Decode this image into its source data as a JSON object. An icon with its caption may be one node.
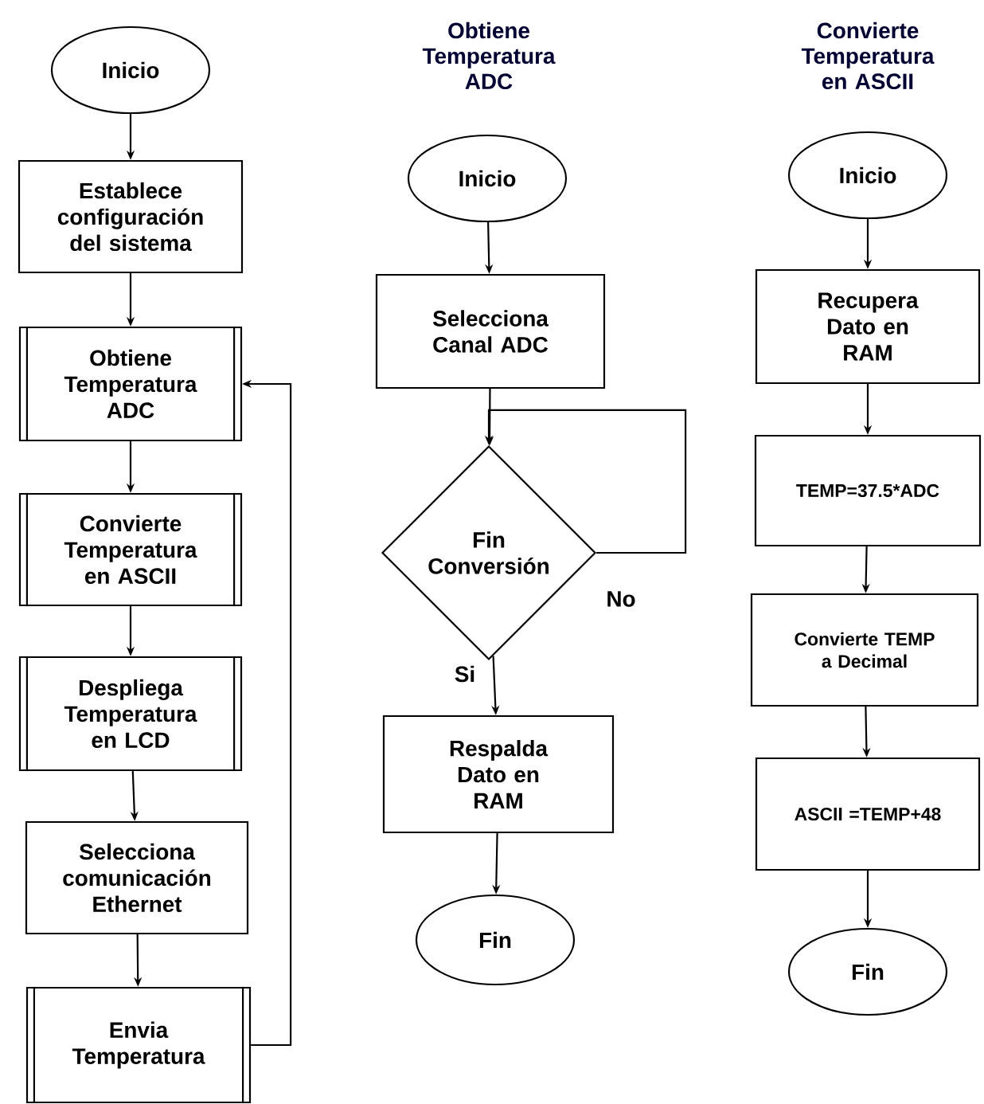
{
  "diagram": {
    "nodes": [
      {
        "text": [
          "Inicio"
        ]
      },
      {
        "text": [
          "Establece configuración del sistema"
        ]
      },
      {
        "text": [
          "Obtiene Temperatura ADC"
        ]
      },
      {
        "text": [
          "Convierte Temperatura en ASCII"
        ]
      },
      {
        "text": [
          "Despliega Temperatura en LCD"
        ]
      },
      {
        "text": [
          "Selecciona comunicación Ethernet"
        ]
      },
      {
        "text": [
          "Envia Temperatura"
        ]
      },
      {
        "text": [
          "Inicio"
        ]
      },
      {
        "text": [
          "Selecciona Canal ADC"
        ]
      },
      {
        "text": [
          "Fin Conversión"
        ]
      },
      {
        "text": [
          "Respalda Dato en RAM"
        ]
      },
      {
        "text": [
          "Fin"
        ]
      },
      {
        "text": [
          "Inicio"
        ]
      },
      {
        "text": [
          "Recupera Dato en RAM"
        ]
      },
      {
        "text": [
          "TEMP=37.5*ADC"
        ]
      },
      {
        "text": [
          "Convierte TEMP a Decimal"
        ]
      },
      {
        "text": [
          "ASCII =TEMP+48"
        ]
      },
      {
        "text": [
          "Fin"
        ]
      }
    ],
    "edges": [
      {
        "from": 0,
        "to": 1,
        "arrow": "to"
      },
      {
        "from": 1,
        "to": 2,
        "arrow": "to"
      },
      {
        "from": 2,
        "to": 3,
        "arrow": "to"
      },
      {
        "from": 3,
        "to": 4,
        "arrow": "to"
      },
      {
        "from": 4,
        "to": 5,
        "arrow": "to"
      },
      {
        "from": 5,
        "to": 6,
        "arrow": "to"
      },
      {
        "from": 6,
        "to": 2,
        "arrow": "to"
      },
      {
        "from": 7,
        "to": 8,
        "arrow": "to"
      },
      {
        "from": 8,
        "to": 9,
        "arrow": "to"
      },
      {
        "from": 9,
        "to": 9,
        "arrow": "to",
        "label": "No"
      },
      {
        "from": 9,
        "to": 10,
        "arrow": "to",
        "label": "Si"
      },
      {
        "from": 10,
        "to": 11,
        "arrow": "to"
      },
      {
        "from": 12,
        "to": 13,
        "arrow": "to"
      },
      {
        "from": 13,
        "to": 14,
        "arrow": "to"
      },
      {
        "from": 14,
        "to": 15,
        "arrow": "to"
      },
      {
        "from": 15,
        "to": 16,
        "arrow": "to"
      },
      {
        "from": 16,
        "to": 17,
        "arrow": "to"
      }
    ],
    "labels": [
      "Obtiene Temperatura ADC",
      "Convierte Temperatura en ASCII"
    ]
  }
}
